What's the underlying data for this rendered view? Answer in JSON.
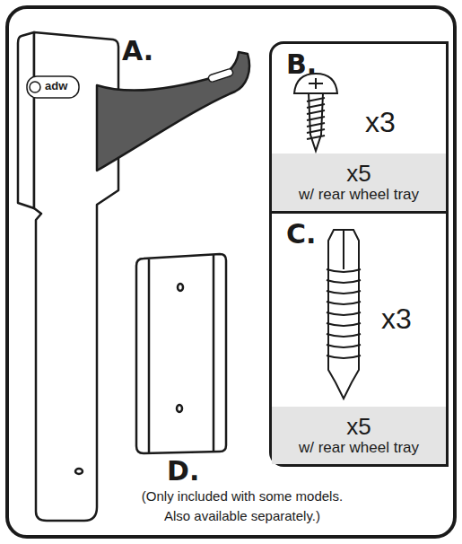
{
  "diagram": {
    "nodes": [
      {
        "text": [
          "B.",
          "x3"
        ]
      },
      {
        "text": [
          "x5",
          "w/ rear wheel tray"
        ],
        "in": 0
      },
      {
        "text": [
          "C.",
          "x3"
        ]
      },
      {
        "text": [
          "x5",
          "w/ rear wheel tray"
        ],
        "in": 2
      }
    ],
    "labels": [
      "A.",
      "adw",
      "D.",
      "(Only included with some models. Also available separately.)"
    ]
  }
}
